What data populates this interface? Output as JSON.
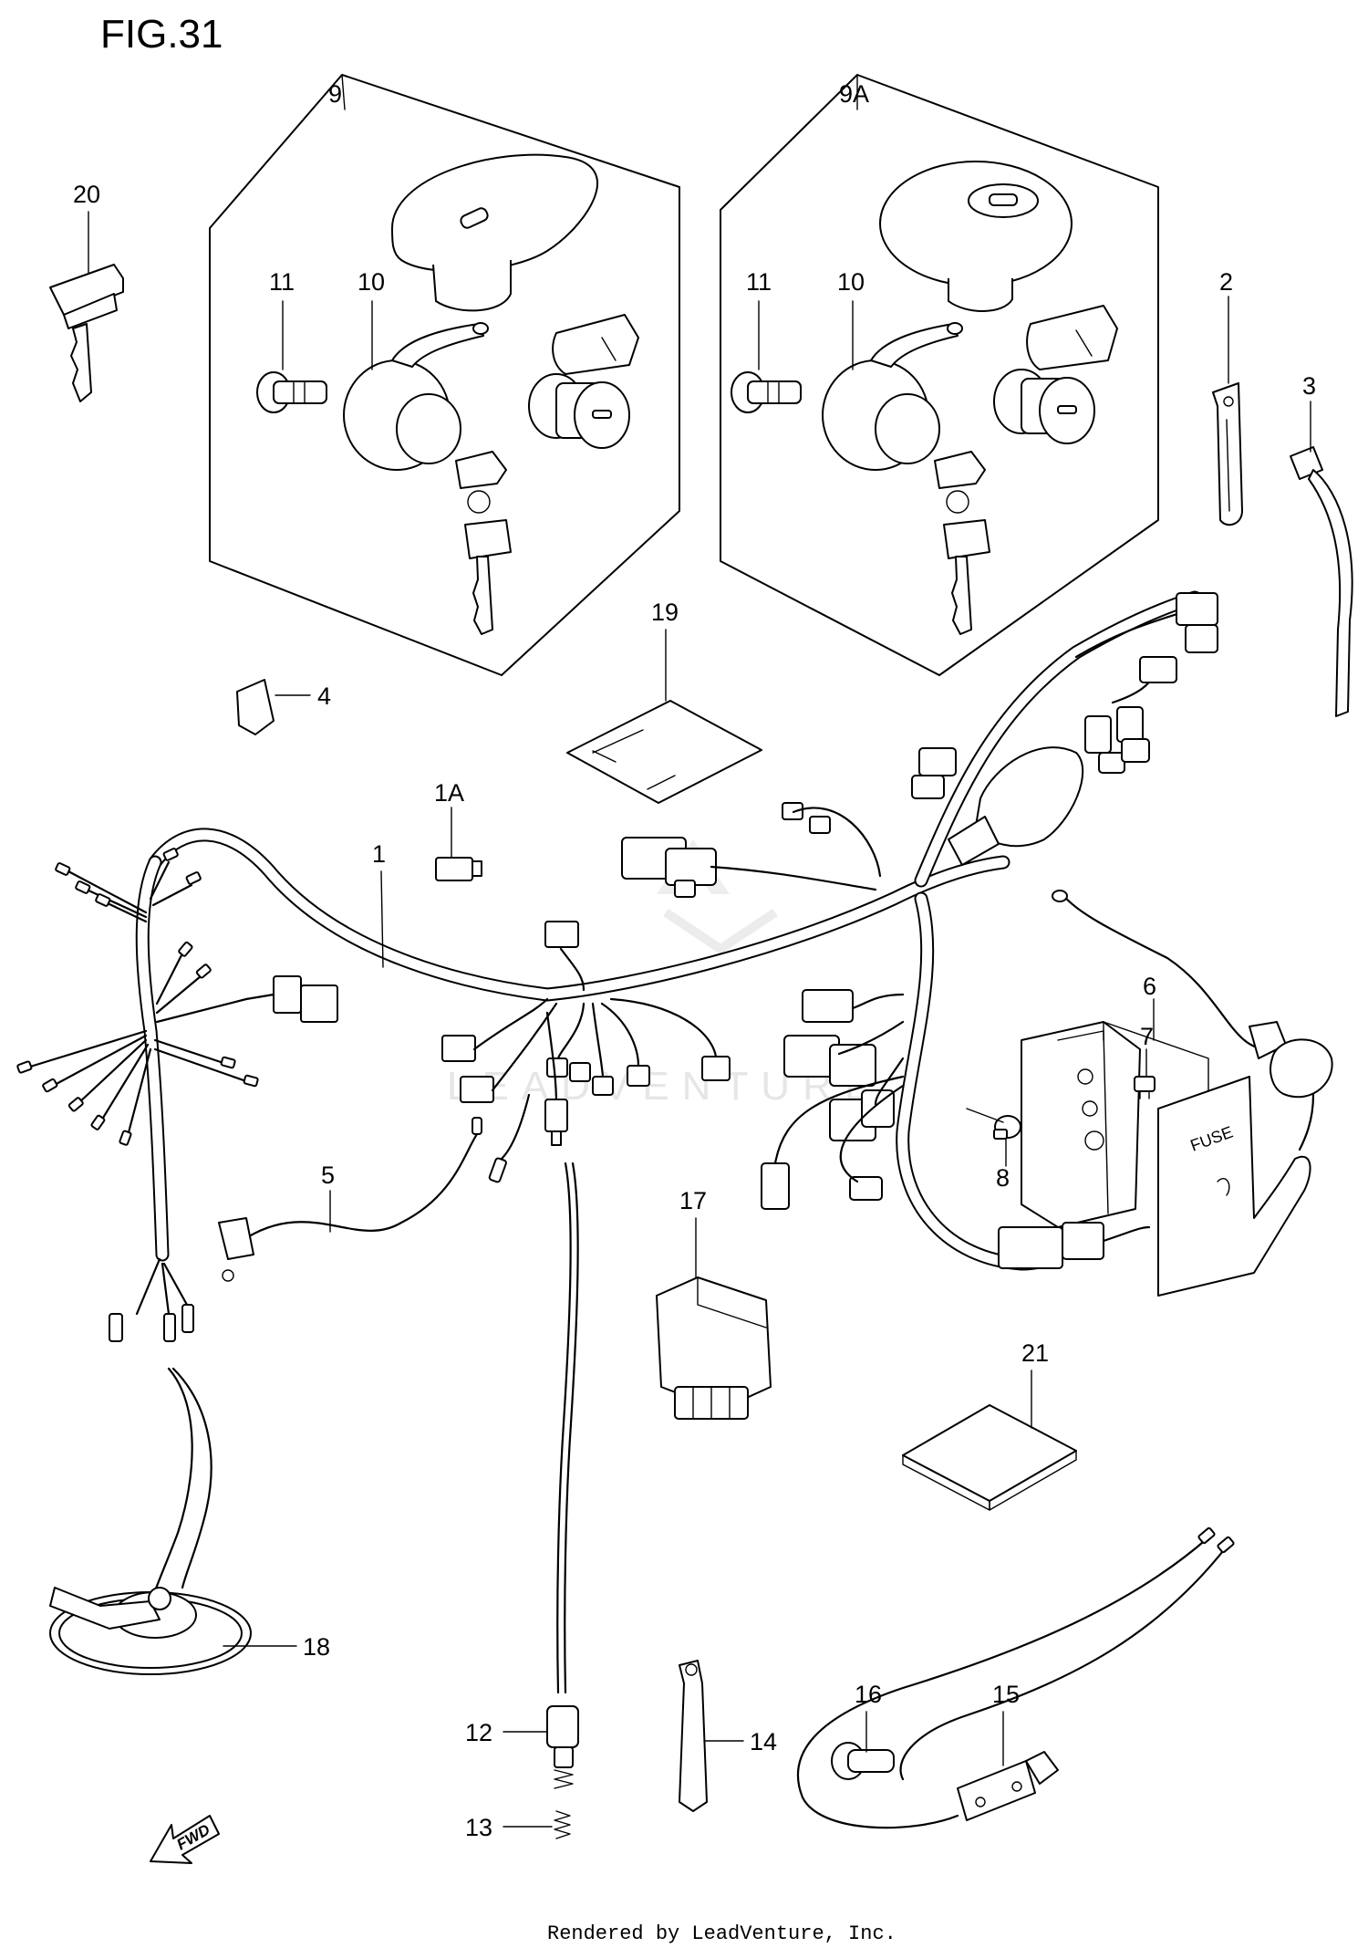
{
  "figure": {
    "title": "FIG.31",
    "footer": "Rendered by LeadVenture, Inc.",
    "watermark": "LEADVENTURE",
    "direction_arrow_label": "FWD"
  },
  "callouts": {
    "c1": "1",
    "c1A": "1A",
    "c2": "2",
    "c3": "3",
    "c4": "4",
    "c5": "5",
    "c6": "6",
    "c7": "7",
    "c8": "8",
    "c9": "9",
    "c9A": "9A",
    "c10a": "10",
    "c10b": "10",
    "c11a": "11",
    "c11b": "11",
    "c12": "12",
    "c13": "13",
    "c14": "14",
    "c15": "15",
    "c16": "16",
    "c17": "17",
    "c18": "18",
    "c19": "19",
    "c20": "20",
    "c21": "21"
  },
  "labels": {
    "fuse_cover_text": "FUSE"
  },
  "colors": {
    "line": "#000000",
    "background": "#ffffff",
    "watermark": "#e6e6e6"
  }
}
